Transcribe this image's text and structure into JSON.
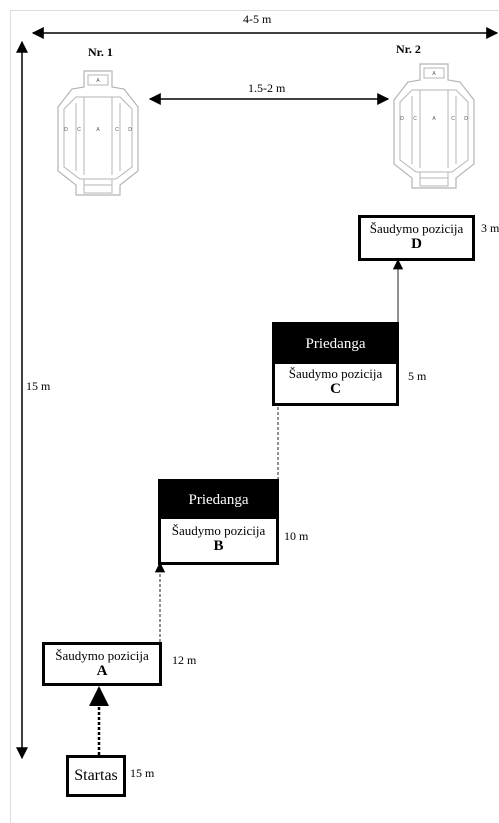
{
  "dimensions": {
    "width_label": "4-5 m",
    "between_targets_label": "1.5-2 m",
    "length_label": "15 m"
  },
  "targets": [
    {
      "title": "Nr. 1",
      "zones": {
        "top": "A",
        "center": "A",
        "left_outer": "D",
        "left_inner": "C",
        "right_inner": "C",
        "right_outer": "D"
      }
    },
    {
      "title": "Nr. 2",
      "zones": {
        "top": "A",
        "center": "A",
        "left_outer": "D",
        "left_inner": "C",
        "right_inner": "C",
        "right_outer": "D"
      }
    }
  ],
  "positions": {
    "A": {
      "text": "Šaudymo pozicija",
      "letter": "A",
      "distance": "12 m"
    },
    "B": {
      "text": "Šaudymo pozicija",
      "letter": "B",
      "distance": "10 m",
      "cover": "Priedanga"
    },
    "C": {
      "text": "Šaudymo pozicija",
      "letter": "C",
      "distance": "5 m",
      "cover": "Priedanga"
    },
    "D": {
      "text": "Šaudymo pozicija",
      "letter": "D",
      "distance": "3 m"
    }
  },
  "start": {
    "label": "Startas",
    "distance": "15 m"
  }
}
